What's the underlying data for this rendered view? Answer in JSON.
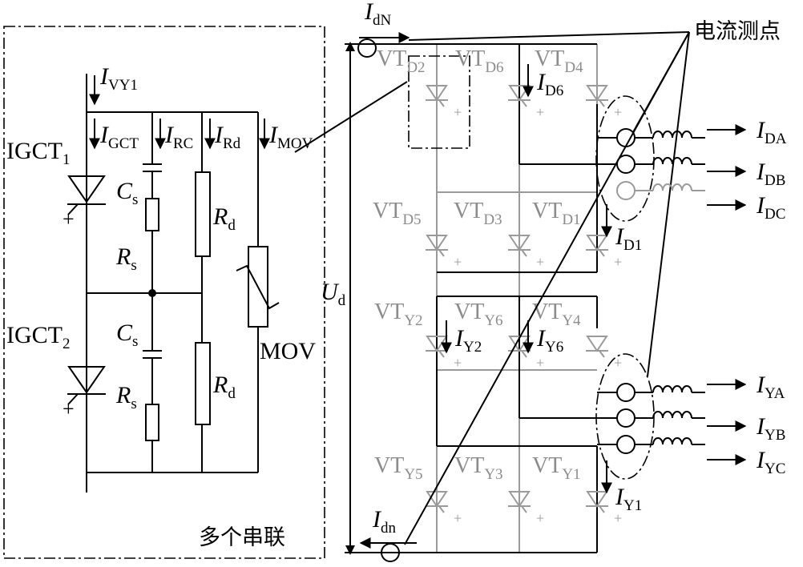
{
  "left_panel": {
    "i_vy1": "I",
    "i_vy1_sub": "VY1",
    "i_gct": "I",
    "i_gct_sub": "GCT",
    "i_rc": "I",
    "i_rc_sub": "RC",
    "i_rd": "I",
    "i_rd_sub": "Rd",
    "i_mov": "I",
    "i_mov_sub": "MOV",
    "igct1": "IGCT",
    "igct1_sub": "1",
    "igct2": "IGCT",
    "igct2_sub": "2",
    "cs_top": "C",
    "cs_top_sub": "s",
    "rs_top": "R",
    "rs_top_sub": "s",
    "cs_bot": "C",
    "cs_bot_sub": "s",
    "rs_bot": "R",
    "rs_bot_sub": "s",
    "rd_top": "R",
    "rd_top_sub": "d",
    "rd_bot": "R",
    "rd_bot_sub": "d",
    "mov": "MOV",
    "series_note": "多个串联"
  },
  "right_panel": {
    "idN": "I",
    "idN_sub": "dN",
    "idn": "I",
    "idn_sub": "dn",
    "ud": "U",
    "ud_sub": "d",
    "measure_points": "电流测点",
    "id6": "I",
    "id6_sub": "D6",
    "id1": "I",
    "id1_sub": "D1",
    "iy2": "I",
    "iy2_sub": "Y2",
    "iy6": "I",
    "iy6_sub": "Y6",
    "iy1": "I",
    "iy1_sub": "Y1",
    "vt": "VT",
    "thyristors": {
      "d2": "D2",
      "d6": "D6",
      "d4": "D4",
      "d5": "D5",
      "d3": "D3",
      "d1": "D1",
      "y2": "Y2",
      "y6": "Y6",
      "y4": "Y4",
      "y5": "Y5",
      "y3": "Y3",
      "y1": "Y1"
    },
    "outputs": {
      "ida": "I",
      "ida_sub": "DA",
      "idb": "I",
      "idb_sub": "DB",
      "idc": "I",
      "idc_sub": "DC",
      "iya": "I",
      "iya_sub": "YA",
      "iyb": "I",
      "iyb_sub": "YB",
      "iyc": "I",
      "iyc_sub": "YC"
    }
  }
}
